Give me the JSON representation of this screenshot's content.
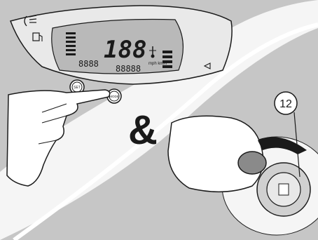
{
  "illustration": {
    "digit_readout": "188",
    "odometer_left": "8888",
    "odometer_right": "88888",
    "speed_unit": "mph km/h",
    "set_button_label": "SET",
    "mode_button_label": "MODE",
    "ampersand": "&",
    "callout_number": "12"
  },
  "colors": {
    "background": "#c6c6c6",
    "light_band": "#f2f2f2",
    "lcd": "#b9b9b9",
    "ink": "#1a1a1a",
    "hand": "#ffffff",
    "key_ring": "#8a8a8a"
  },
  "icons": [
    "headlight-icon",
    "fuel-pump-icon",
    "fuel-gauge-bars",
    "temp-gauge-bars",
    "thermometer-icon",
    "turn-signal-icon",
    "rotation-arrow-icon"
  ]
}
